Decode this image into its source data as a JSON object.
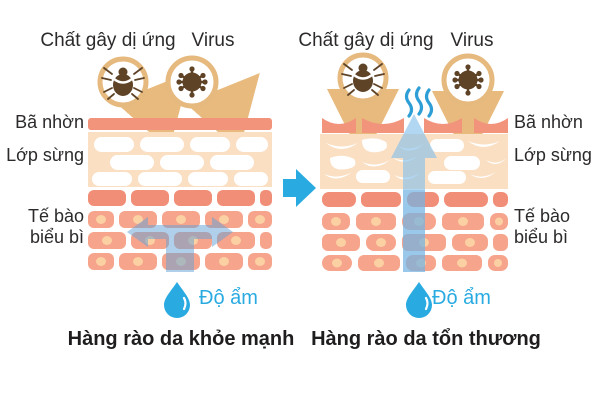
{
  "diagram_title": "Skin barrier comparison (healthy vs damaged)",
  "panels": {
    "left": {
      "allergen_label": "Chất gây dị ứng",
      "virus_label": "Virus",
      "moisture_label": "Độ ẩm",
      "caption": "Hàng rào da khỏe mạnh",
      "layer_labels": {
        "sebum": "Bã nhờn",
        "stratum": "Lớp sừng",
        "epidermis_line1": "Tế bào",
        "epidermis_line2": "biểu bì"
      }
    },
    "right": {
      "allergen_label": "Chất gây dị ứng",
      "virus_label": "Virus",
      "moisture_label": "Độ ẩm",
      "caption": "Hàng rào da tổn thương",
      "layer_labels": {
        "sebum": "Bã nhờn",
        "stratum": "Lớp sừng",
        "epidermis_line1": "Tế bào",
        "epidermis_line2": "biểu bì"
      }
    }
  },
  "icons": {
    "allergen": "mite-icon",
    "virus": "virus-icon",
    "water": "water-drop-icon",
    "transition": "right-arrow-icon",
    "evaporation": "steam-waves-icon"
  },
  "colors": {
    "sebum_salmon": "#F2937C",
    "stratum_bg": "#FADFC3",
    "cell_row1": "#F18E77",
    "cell_body": "#F6A58C",
    "cell_nucleus": "#FBD0A2",
    "arrow_tan": "#E8BA7D",
    "icon_brown": "#5E4327",
    "blue_accent": "#29ABE2",
    "moisture_overlay": "rgba(96,160,215,0.5)",
    "text_dark": "#2D2A2A"
  }
}
